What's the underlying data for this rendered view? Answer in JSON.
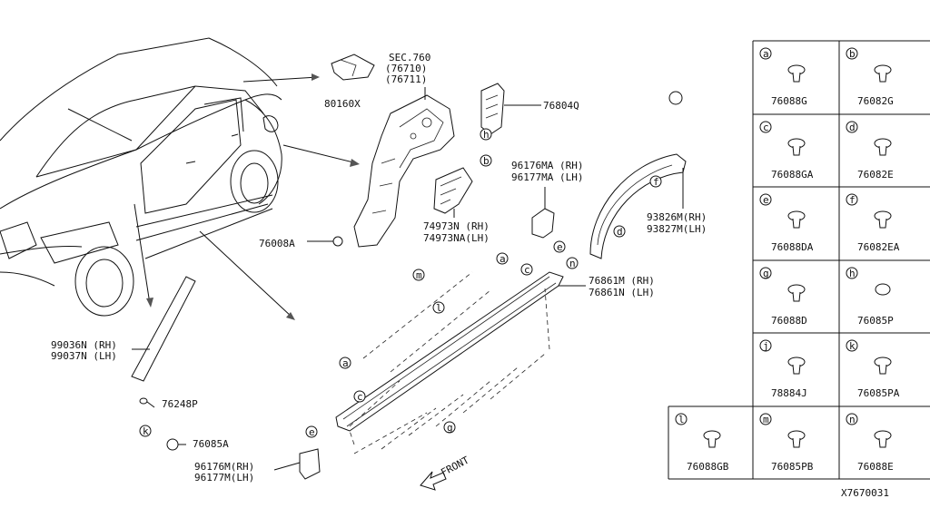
{
  "diagram_id": "X7670031",
  "callouts": {
    "sec760": "SEC.760",
    "p76710": "(76710)",
    "p76711": "(76711)",
    "p80160x": "80160X",
    "p76804q": "76804Q",
    "p96176ma": "96176MA (RH)",
    "p96177ma": "96177MA (LH)",
    "p74973n": "74973N  (RH)",
    "p74973na": "74973NA(LH)",
    "p76008a": "76008A",
    "p93826m": "93826M(RH)",
    "p93827m": "93827M(LH)",
    "p76861m": "76861M (RH)",
    "p76861n": "76861N (LH)",
    "p99036n": "99036N (RH)",
    "p99037n": "99037N (LH)",
    "p76248p": "76248P",
    "p76085a": "76085A",
    "p96176m": "96176M(RH)",
    "p96177m": "96177M(LH)",
    "front": "FRONT"
  },
  "fastener_table": [
    {
      "letter": "a",
      "part": "76088G"
    },
    {
      "letter": "b",
      "part": "76082G"
    },
    {
      "letter": "c",
      "part": "76088GA"
    },
    {
      "letter": "d",
      "part": "76082E"
    },
    {
      "letter": "e",
      "part": "76088DA"
    },
    {
      "letter": "f",
      "part": "76082EA"
    },
    {
      "letter": "g",
      "part": "76088D"
    },
    {
      "letter": "h",
      "part": "76085P"
    },
    {
      "letter": "j",
      "part": "78884J"
    },
    {
      "letter": "k",
      "part": "76085PA"
    },
    {
      "letter": "l",
      "part": "76088GB"
    },
    {
      "letter": "m",
      "part": "76085PB"
    },
    {
      "letter": "n",
      "part": "76088E"
    }
  ]
}
